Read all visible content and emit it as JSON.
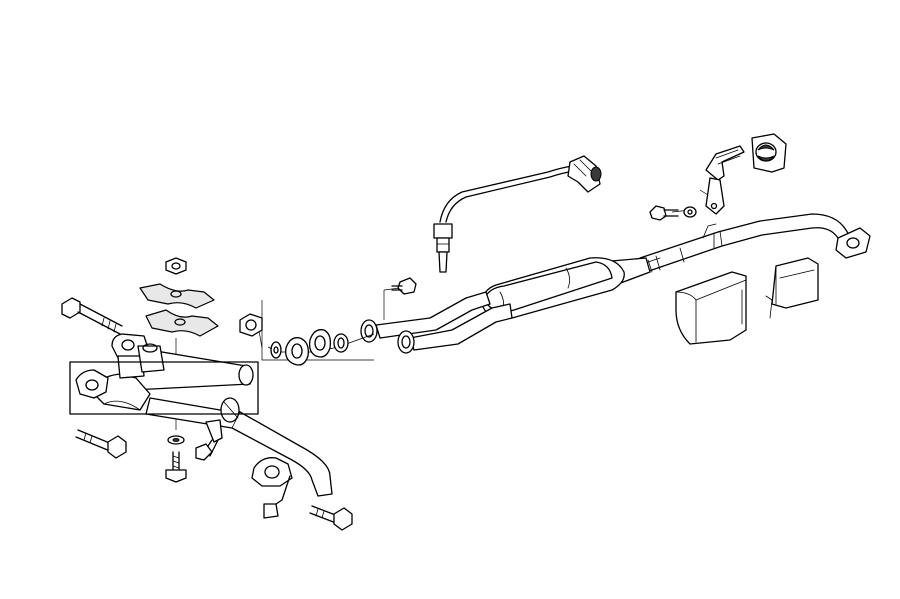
{
  "diagram": {
    "subject": "exploded-view-exhaust-system",
    "colors": {
      "line": "#000000",
      "background": "#ffffff",
      "shade": "#e8e8e8"
    },
    "callout_box": {
      "present": true
    },
    "components": [
      "front-downpipe-assembly",
      "center-catalytic-converter",
      "rear-pipe",
      "oxygen-sensor",
      "heat-shield-front",
      "heat-shield-rear",
      "hanger-bracket",
      "rubber-mount",
      "mounting-bolts",
      "gaskets",
      "clamp-plates",
      "nuts"
    ]
  }
}
